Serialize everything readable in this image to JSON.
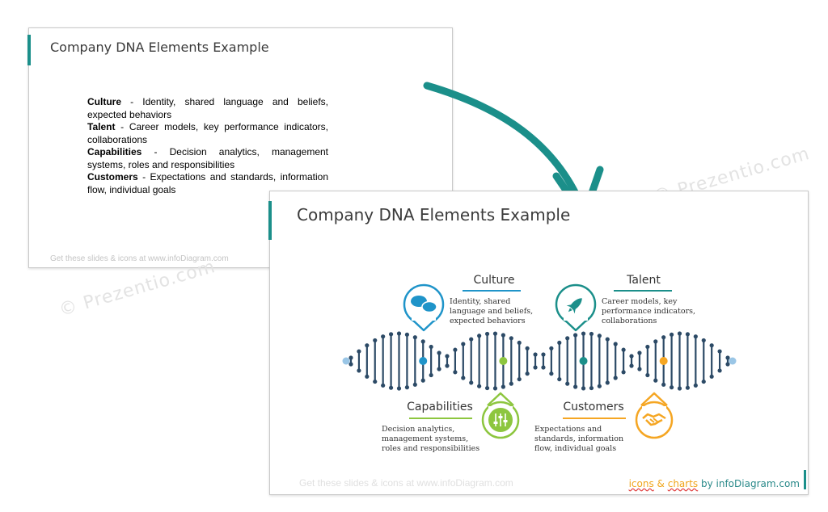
{
  "watermark": "© Prezentio.com",
  "back_slide": {
    "title": "Company DNA Elements Example",
    "items": [
      {
        "term": "Culture",
        "desc": " - Identity, shared language and beliefs, expected behaviors"
      },
      {
        "term": "Talent",
        "desc": " - Career models, key performance indicators, collaborations"
      },
      {
        "term": "Capabilities",
        "desc": " - Decision analytics, management systems, roles and responsibilities"
      },
      {
        "term": "Customers",
        "desc": " - Expectations and standards, information flow, individual goals"
      }
    ],
    "footer": "Get these slides & icons at www.infoDiagram.com"
  },
  "front_slide": {
    "title": "Company DNA Elements Example",
    "elements": {
      "culture": {
        "title": "Culture",
        "desc": "Identity, shared language and beliefs, expected behaviors",
        "color": "#1f94c9",
        "icon": "speech-bubbles-icon"
      },
      "talent": {
        "title": "Talent",
        "desc": "Career models, key performance indicators, collaborations",
        "color": "#1b8f8a",
        "icon": "rocket-icon"
      },
      "capabilities": {
        "title": "Capabilities",
        "desc": "Decision analytics, management systems, roles and responsibilities",
        "color": "#8dc63f",
        "icon": "sliders-icon"
      },
      "customers": {
        "title": "Customers",
        "desc": "Expectations and standards, information flow, individual goals",
        "color": "#f5a623",
        "icon": "handshake-icon"
      }
    },
    "footer": "Get these slides & icons at www.infoDiagram.com",
    "credit": {
      "part1": "icons",
      "amp": " & ",
      "part2": "charts",
      "part3": " by infoDiagram.com"
    }
  },
  "colors": {
    "accent": "#1b8f8a",
    "dna_dark": "#2c4a66",
    "dna_light": "#9ac6e6"
  }
}
